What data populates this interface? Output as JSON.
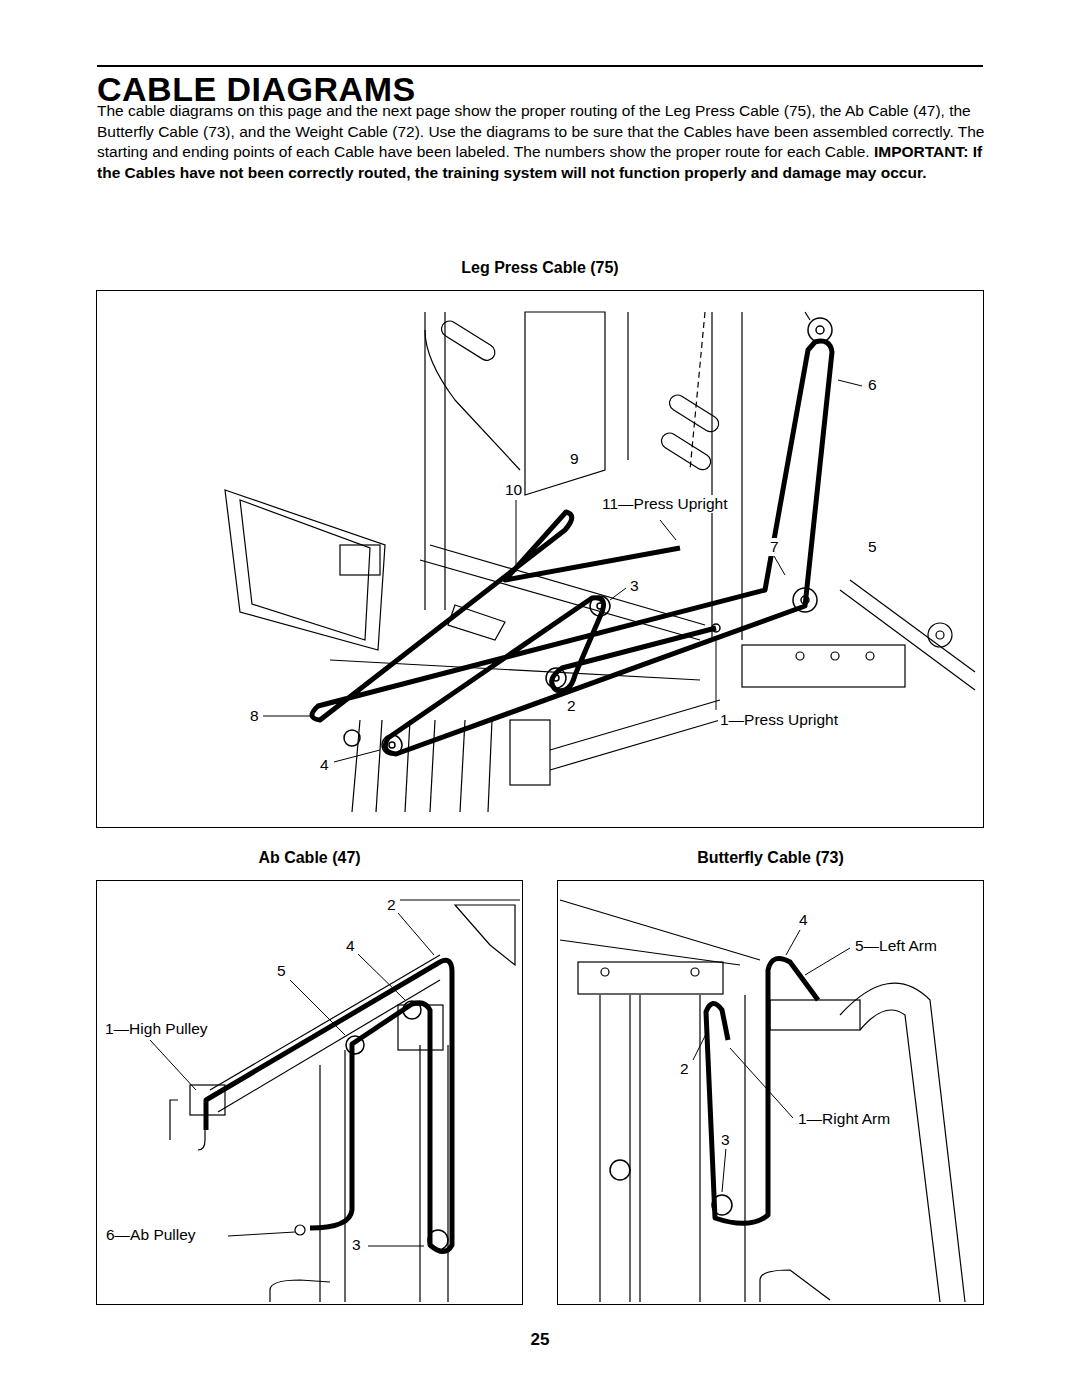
{
  "diagram": {
    "title": "CABLE DIAGRAMS",
    "nodes": [
      {
        "text": [
          "Leg Press Cable (75)"
        ]
      },
      {
        "text": [
          "Ab Cable (47)"
        ]
      },
      {
        "text": [
          "Butterfly Cable (73)"
        ]
      }
    ],
    "labels": [
      "The cable diagrams on this page and the next page show the proper routing of the Leg Press Cable (75), the Ab Cable (47), the Butterfly Cable (73), and the Weight Cable (72). Use the diagrams to be sure that the Cables have been assembled correctly. The starting and ending points of each Cable have been labeled. The numbers show the proper route for each Cable.",
      "IMPORTANT: If the Cables have not been correctly routed, the training system will not function properly and damage may occur.",
      "6",
      "9",
      "10",
      "11—Press Upright",
      "7",
      "5",
      "3",
      "2",
      "8",
      "1—Press Upright",
      "4",
      "2",
      "4",
      "5",
      "1—High Pulley",
      "6—Ab Pulley",
      "3",
      "4",
      "5—Left Arm",
      "2",
      "1—Right Arm",
      "3",
      "25"
    ]
  }
}
